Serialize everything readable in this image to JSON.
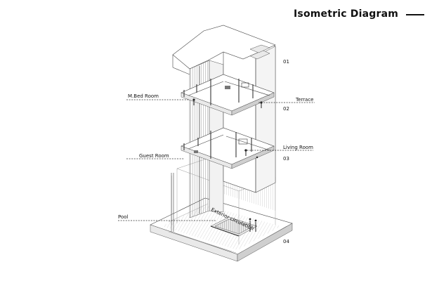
{
  "title": "Isometric Diagram",
  "labels": {
    "master_bedroom": "M.Bed Room",
    "terrace": "Terrace",
    "guest_room": "Guest Room",
    "living_room": "Living Room",
    "pool": "Pool",
    "exterior_circulation": "Exterior circulation"
  },
  "levels": [
    "01",
    "02",
    "03",
    "04"
  ],
  "colors": {
    "ink": "#111111",
    "line": "#444444",
    "shade": "#cfcfcf",
    "background": "#ffffff"
  }
}
